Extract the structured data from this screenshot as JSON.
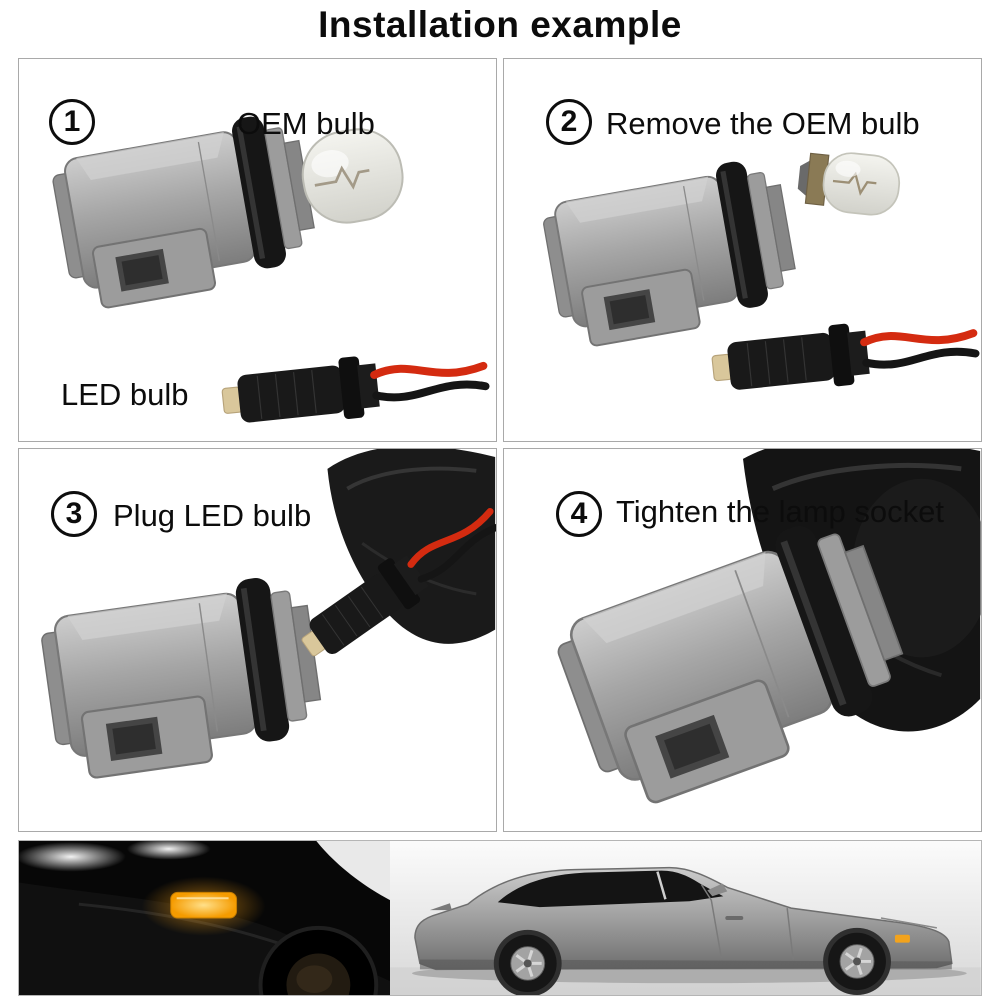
{
  "title": "Installation example",
  "steps": [
    {
      "number": "1",
      "label": "OEM bulb"
    },
    {
      "number": "2",
      "label": "Remove the OEM bulb"
    },
    {
      "number": "3",
      "label": "Plug LED bulb"
    },
    {
      "number": "4",
      "label": "Tighten the lamp socket"
    }
  ],
  "extra_labels": {
    "led_bulb": "LED bulb"
  },
  "colors": {
    "socket_gray": "#a6a6a6",
    "o_ring_black": "#161616",
    "wire_red": "#d42b10",
    "wire_black": "#151515",
    "marker_amber": "#f2a31d",
    "housing_black": "#141414",
    "car_gray": "#9f9f9f"
  }
}
